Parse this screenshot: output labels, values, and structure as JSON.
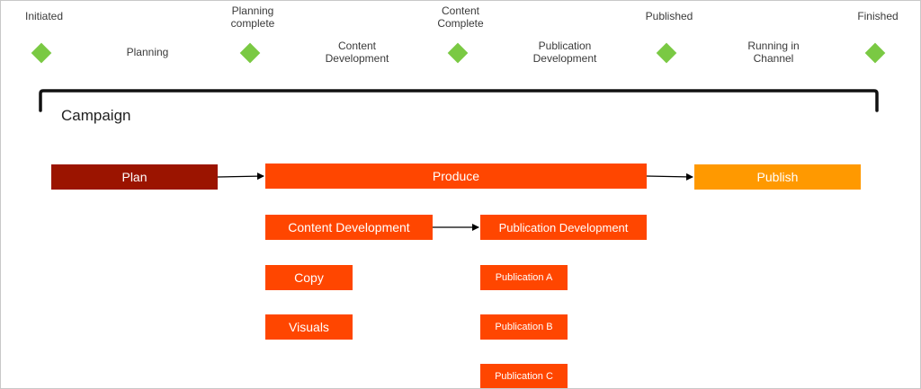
{
  "colors": {
    "milestone": "#7ac943",
    "plan": "#9b1400",
    "produce": "#ff4600",
    "publish": "#ff9900",
    "text": "#3a3a3a",
    "bracket": "#111111"
  },
  "milestones": [
    {
      "label": "Initiated"
    },
    {
      "label": "Planning\ncomplete"
    },
    {
      "label": "Content\nComplete"
    },
    {
      "label": "Published"
    },
    {
      "label": "Finished"
    }
  ],
  "phases": [
    {
      "label": "Planning"
    },
    {
      "label": "Content\nDevelopment"
    },
    {
      "label": "Publication\nDevelopment"
    },
    {
      "label": "Running in\nChannel"
    }
  ],
  "campaign": {
    "label": "Campaign"
  },
  "stages": {
    "plan": "Plan",
    "produce": "Produce",
    "publish": "Publish"
  },
  "content": {
    "development": "Content Development",
    "items": [
      "Copy",
      "Visuals"
    ]
  },
  "publication": {
    "development": "Publication Development",
    "items": [
      "Publication A",
      "Publication B",
      "Publication C"
    ]
  }
}
